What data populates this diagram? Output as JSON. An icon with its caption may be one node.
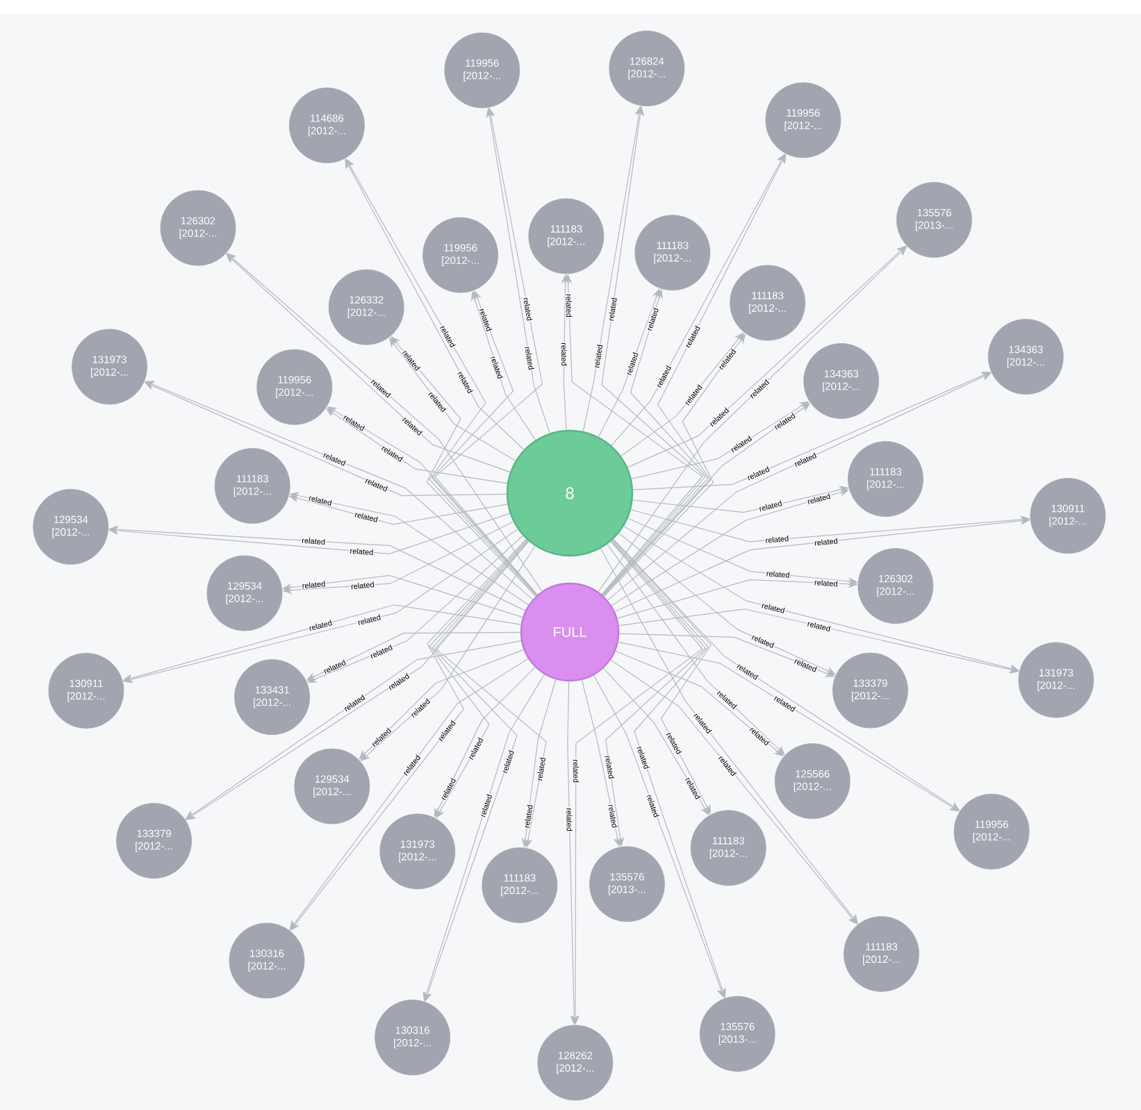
{
  "diagram": {
    "nodes": [
      {
        "text": [
          "8"
        ]
      },
      {
        "text": [
          "FULL"
        ]
      },
      {
        "text": [
          "119956 [2012-..."
        ]
      },
      {
        "text": [
          "111183 [2012-..."
        ]
      },
      {
        "text": [
          "111183 [2012-..."
        ]
      },
      {
        "text": [
          "114686 [2012-..."
        ]
      },
      {
        "text": [
          "119956 [2012-..."
        ]
      },
      {
        "text": [
          "126824 [2012-..."
        ]
      },
      {
        "text": [
          "126302 [2012-..."
        ]
      },
      {
        "text": [
          "111183 [2012-..."
        ]
      },
      {
        "text": [
          "135576 [2013-..."
        ]
      },
      {
        "text": [
          "126332 [2012-..."
        ]
      },
      {
        "text": [
          "119956 [2012-..."
        ]
      },
      {
        "text": [
          "131973 [2012-..."
        ]
      },
      {
        "text": [
          "119956 [2012-..."
        ]
      },
      {
        "text": [
          "134363 [2012-..."
        ]
      },
      {
        "text": [
          "134363 [2012-..."
        ]
      },
      {
        "text": [
          "129534 [2012-..."
        ]
      },
      {
        "text": [
          "111183 [2012-..."
        ]
      },
      {
        "text": [
          "111183 [2012-..."
        ]
      },
      {
        "text": [
          "130911 [2012-..."
        ]
      },
      {
        "text": [
          "129534 [2012-..."
        ]
      },
      {
        "text": [
          "126302 [2012-..."
        ]
      },
      {
        "text": [
          "130911 [2012-..."
        ]
      },
      {
        "text": [
          "133379 [2012-..."
        ]
      },
      {
        "text": [
          "133379 [2012-..."
        ]
      },
      {
        "text": [
          "133431 [2012-..."
        ]
      },
      {
        "text": [
          "131973 [2012-..."
        ]
      },
      {
        "text": [
          "130316 [2012-..."
        ]
      },
      {
        "text": [
          "111183 [2012-..."
        ]
      },
      {
        "text": [
          "125566 [2012-..."
        ]
      },
      {
        "text": [
          "119956 [2012-..."
        ]
      },
      {
        "text": [
          "129534 [2012-..."
        ]
      },
      {
        "text": [
          "130316 [2012-..."
        ]
      },
      {
        "text": [
          "128262 [2012-..."
        ]
      },
      {
        "text": [
          "135576 [2013-..."
        ]
      },
      {
        "text": [
          "131973 [2012-..."
        ]
      },
      {
        "text": [
          "111183 [2012-..."
        ]
      },
      {
        "text": [
          "111183 [2012-..."
        ]
      },
      {
        "text": [
          "135576 [2013-..."
        ]
      }
    ],
    "edges": [
      {
        "from": 0,
        "to": 2,
        "arrow": "to",
        "label": "related"
      },
      {
        "from": 1,
        "to": 2,
        "arrow": "to",
        "label": "related"
      },
      {
        "from": 0,
        "to": 3,
        "arrow": "to",
        "label": "related"
      },
      {
        "from": 1,
        "to": 3,
        "arrow": "to",
        "label": "related"
      },
      {
        "from": 0,
        "to": 4,
        "arrow": "to",
        "label": "related"
      },
      {
        "from": 1,
        "to": 4,
        "arrow": "to",
        "label": "related"
      },
      {
        "from": 0,
        "to": 5,
        "arrow": "to",
        "label": "related"
      },
      {
        "from": 1,
        "to": 5,
        "arrow": "to",
        "label": "related"
      },
      {
        "from": 0,
        "to": 6,
        "arrow": "to",
        "label": "related"
      },
      {
        "from": 1,
        "to": 6,
        "arrow": "to",
        "label": "related"
      },
      {
        "from": 0,
        "to": 7,
        "arrow": "to",
        "label": "related"
      },
      {
        "from": 1,
        "to": 7,
        "arrow": "to",
        "label": "related"
      },
      {
        "from": 0,
        "to": 8,
        "arrow": "to",
        "label": "related"
      },
      {
        "from": 1,
        "to": 8,
        "arrow": "to",
        "label": "related"
      },
      {
        "from": 0,
        "to": 9,
        "arrow": "to",
        "label": "related"
      },
      {
        "from": 1,
        "to": 9,
        "arrow": "to",
        "label": "related"
      },
      {
        "from": 0,
        "to": 10,
        "arrow": "to",
        "label": "related"
      },
      {
        "from": 1,
        "to": 10,
        "arrow": "to",
        "label": "related"
      },
      {
        "from": 0,
        "to": 11,
        "arrow": "to",
        "label": "related"
      },
      {
        "from": 1,
        "to": 11,
        "arrow": "to",
        "label": "related"
      },
      {
        "from": 0,
        "to": 12,
        "arrow": "to",
        "label": "related"
      },
      {
        "from": 1,
        "to": 12,
        "arrow": "to",
        "label": "related"
      },
      {
        "from": 0,
        "to": 13,
        "arrow": "to",
        "label": "related"
      },
      {
        "from": 1,
        "to": 13,
        "arrow": "to",
        "label": "related"
      },
      {
        "from": 0,
        "to": 14,
        "arrow": "to",
        "label": "related"
      },
      {
        "from": 1,
        "to": 14,
        "arrow": "to",
        "label": "related"
      },
      {
        "from": 0,
        "to": 15,
        "arrow": "to",
        "label": "related"
      },
      {
        "from": 1,
        "to": 15,
        "arrow": "to",
        "label": "related"
      },
      {
        "from": 0,
        "to": 16,
        "arrow": "to",
        "label": "related"
      },
      {
        "from": 1,
        "to": 16,
        "arrow": "to",
        "label": "related"
      },
      {
        "from": 0,
        "to": 17,
        "arrow": "to",
        "label": "related"
      },
      {
        "from": 1,
        "to": 17,
        "arrow": "to",
        "label": "related"
      },
      {
        "from": 0,
        "to": 18,
        "arrow": "to",
        "label": "related"
      },
      {
        "from": 1,
        "to": 18,
        "arrow": "to",
        "label": "related"
      },
      {
        "from": 0,
        "to": 19,
        "arrow": "to",
        "label": "related"
      },
      {
        "from": 1,
        "to": 19,
        "arrow": "to",
        "label": "related"
      },
      {
        "from": 0,
        "to": 20,
        "arrow": "to",
        "label": "related"
      },
      {
        "from": 1,
        "to": 20,
        "arrow": "to",
        "label": "related"
      },
      {
        "from": 0,
        "to": 21,
        "arrow": "to",
        "label": "related"
      },
      {
        "from": 1,
        "to": 21,
        "arrow": "to",
        "label": "related"
      },
      {
        "from": 0,
        "to": 22,
        "arrow": "to",
        "label": "related"
      },
      {
        "from": 1,
        "to": 22,
        "arrow": "to",
        "label": "related"
      },
      {
        "from": 0,
        "to": 23,
        "arrow": "to",
        "label": "related"
      },
      {
        "from": 1,
        "to": 23,
        "arrow": "to",
        "label": "related"
      },
      {
        "from": 0,
        "to": 24,
        "arrow": "to",
        "label": "related"
      },
      {
        "from": 1,
        "to": 24,
        "arrow": "to",
        "label": "related"
      },
      {
        "from": 0,
        "to": 25,
        "arrow": "to",
        "label": "related"
      },
      {
        "from": 1,
        "to": 25,
        "arrow": "to",
        "label": "related"
      },
      {
        "from": 0,
        "to": 26,
        "arrow": "to",
        "label": "related"
      },
      {
        "from": 1,
        "to": 26,
        "arrow": "to",
        "label": "related"
      },
      {
        "from": 0,
        "to": 27,
        "arrow": "to",
        "label": "related"
      },
      {
        "from": 1,
        "to": 27,
        "arrow": "to",
        "label": "related"
      },
      {
        "from": 0,
        "to": 28,
        "arrow": "to",
        "label": "related"
      },
      {
        "from": 1,
        "to": 28,
        "arrow": "to",
        "label": "related"
      },
      {
        "from": 0,
        "to": 29,
        "arrow": "to",
        "label": "related"
      },
      {
        "from": 1,
        "to": 29,
        "arrow": "to",
        "label": "related"
      },
      {
        "from": 0,
        "to": 30,
        "arrow": "to",
        "label": "related"
      },
      {
        "from": 1,
        "to": 30,
        "arrow": "to",
        "label": "related"
      },
      {
        "from": 0,
        "to": 31,
        "arrow": "to",
        "label": "related"
      },
      {
        "from": 1,
        "to": 31,
        "arrow": "to",
        "label": "related"
      },
      {
        "from": 0,
        "to": 32,
        "arrow": "to",
        "label": "related"
      },
      {
        "from": 1,
        "to": 32,
        "arrow": "to",
        "label": "related"
      },
      {
        "from": 0,
        "to": 33,
        "arrow": "to",
        "label": "related"
      },
      {
        "from": 1,
        "to": 33,
        "arrow": "to",
        "label": "related"
      },
      {
        "from": 0,
        "to": 34,
        "arrow": "to",
        "label": "related"
      },
      {
        "from": 1,
        "to": 34,
        "arrow": "to",
        "label": "related"
      },
      {
        "from": 0,
        "to": 35,
        "arrow": "to",
        "label": "related"
      },
      {
        "from": 1,
        "to": 35,
        "arrow": "to",
        "label": "related"
      },
      {
        "from": 0,
        "to": 36,
        "arrow": "to",
        "label": "related"
      },
      {
        "from": 1,
        "to": 36,
        "arrow": "to",
        "label": "related"
      },
      {
        "from": 0,
        "to": 37,
        "arrow": "to",
        "label": "related"
      },
      {
        "from": 1,
        "to": 37,
        "arrow": "to",
        "label": "related"
      },
      {
        "from": 0,
        "to": 38,
        "arrow": "to",
        "label": "related"
      },
      {
        "from": 1,
        "to": 38,
        "arrow": "to",
        "label": "related"
      },
      {
        "from": 0,
        "to": 39,
        "arrow": "to",
        "label": "related"
      },
      {
        "from": 1,
        "to": 39,
        "arrow": "to",
        "label": "related"
      }
    ]
  }
}
